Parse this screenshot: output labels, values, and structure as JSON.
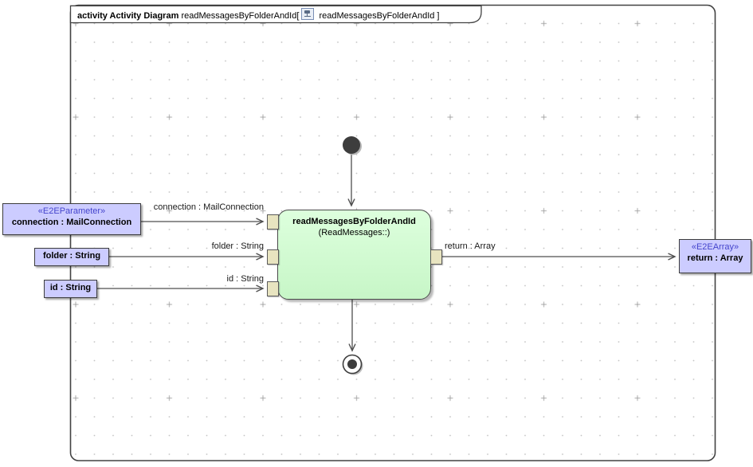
{
  "frame": {
    "title_bold": "activity Activity Diagram",
    "title_name": "readMessagesByFolderAndId[",
    "title_ref": "readMessagesByFolderAndId ]"
  },
  "action": {
    "name": "readMessagesByFolderAndId",
    "qualifier": "(ReadMessages::)"
  },
  "edge_labels": {
    "connection": "connection : MailConnection",
    "folder": "folder : String",
    "id": "id : String",
    "return": "return : Array"
  },
  "parameter_nodes": {
    "connection": {
      "stereotype": "«E2EParameter»",
      "name": "connection : MailConnection"
    },
    "folder": {
      "name": "folder : String"
    },
    "id": {
      "name": "id : String"
    },
    "return": {
      "stereotype": "«E2EArray»",
      "name": "return : Array"
    }
  },
  "colors": {
    "action_fill": "#ccffcc",
    "parameter_fill": "#ccccff",
    "pin_fill": "#e8e4c0",
    "stereotype_text": "#4444cc",
    "edge_line": "#4f4f4f",
    "frame_border": "#424242"
  }
}
